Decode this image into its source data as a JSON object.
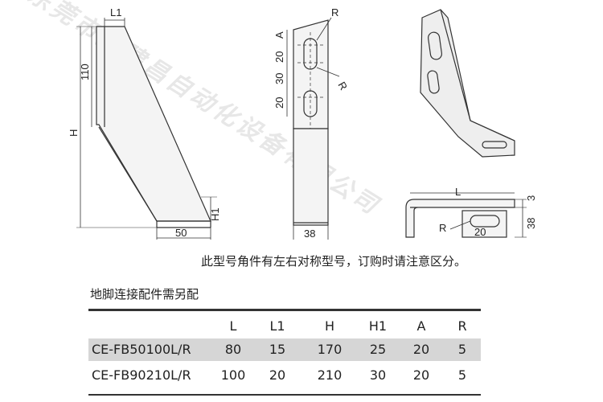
{
  "watermark": "东莞市奕建昌自动化设备有限公司",
  "note": "此型号角件有左右对称型号，订购时请注意区分。",
  "subtitle": "地脚连接配件需另配",
  "front_view": {
    "L1": "L1",
    "h110": "110",
    "H": "H",
    "H1": "H1",
    "w50": "50"
  },
  "side_view": {
    "R_top": "R",
    "A": "A",
    "d20a": "20",
    "d30": "30",
    "d20b": "20",
    "R_mid": "R",
    "w38": "38"
  },
  "bottom_view": {
    "L": "L",
    "t3": "3",
    "h38": "38",
    "R": "R",
    "w20": "20"
  },
  "table": {
    "headers": [
      "L",
      "L1",
      "H",
      "H1",
      "A",
      "R"
    ],
    "rows": [
      {
        "model": "CE-FB50100L/R",
        "values": [
          "80",
          "15",
          "170",
          "25",
          "20",
          "5"
        ]
      },
      {
        "model": "CE-FB90210L/R",
        "values": [
          "100",
          "20",
          "210",
          "30",
          "20",
          "5"
        ]
      }
    ]
  }
}
